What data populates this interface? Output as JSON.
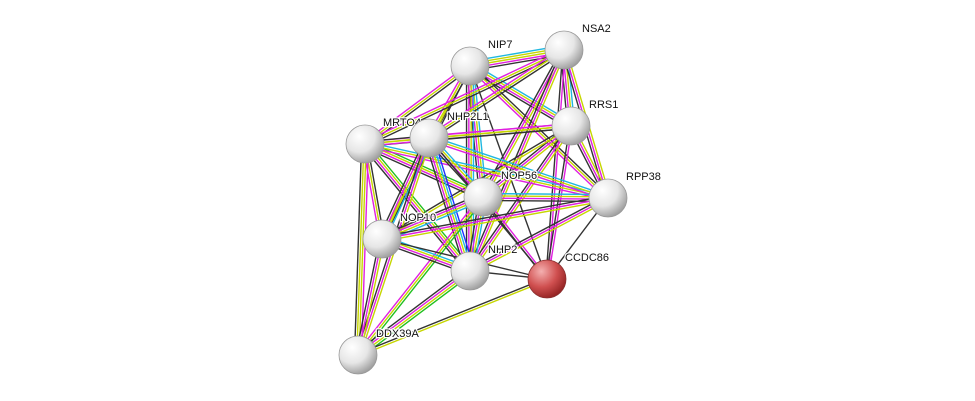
{
  "evidence_colors": {
    "coexpression": "#333333",
    "textmining": "#c6d600",
    "experiments": "#e020e0",
    "databases": "#20b8e0",
    "neighborhood": "#20c020",
    "cooccurrence": "#2030ff"
  },
  "query_node_color": "#d04040",
  "node_color": "#e8e8e8",
  "nodes": [
    {
      "id": "NIP7",
      "label": "NIP7",
      "query": false
    },
    {
      "id": "NSA2",
      "label": "NSA2",
      "query": false
    },
    {
      "id": "RRS1",
      "label": "RRS1",
      "query": false
    },
    {
      "id": "MRTO4",
      "label": "MRTO4",
      "query": false
    },
    {
      "id": "NHP2L1",
      "label": "NHP2L1",
      "query": false
    },
    {
      "id": "NOP56",
      "label": "NOP56",
      "query": false
    },
    {
      "id": "RPP38",
      "label": "RPP38",
      "query": false
    },
    {
      "id": "NOP10",
      "label": "NOP10",
      "query": false
    },
    {
      "id": "NHP2",
      "label": "NHP2",
      "query": false
    },
    {
      "id": "CCDC86",
      "label": "CCDC86",
      "query": true
    },
    {
      "id": "DDX39A",
      "label": "DDX39A",
      "query": false
    }
  ],
  "edges": [
    [
      "NIP7",
      "NSA2",
      [
        "databases",
        "textmining",
        "textmining",
        "experiments",
        "coexpression"
      ]
    ],
    [
      "NIP7",
      "RRS1",
      [
        "databases",
        "textmining",
        "experiments",
        "coexpression"
      ]
    ],
    [
      "NIP7",
      "MRTO4",
      [
        "coexpression",
        "textmining",
        "experiments"
      ]
    ],
    [
      "NIP7",
      "NHP2L1",
      [
        "coexpression",
        "textmining",
        "experiments"
      ]
    ],
    [
      "NIP7",
      "NOP56",
      [
        "databases",
        "textmining",
        "experiments",
        "coexpression"
      ]
    ],
    [
      "NIP7",
      "RPP38",
      [
        "coexpression",
        "textmining",
        "experiments"
      ]
    ],
    [
      "NIP7",
      "NOP10",
      [
        "coexpression",
        "textmining"
      ]
    ],
    [
      "NIP7",
      "NHP2",
      [
        "databases",
        "textmining",
        "experiments",
        "coexpression"
      ]
    ],
    [
      "NIP7",
      "CCDC86",
      [
        "coexpression"
      ]
    ],
    [
      "NSA2",
      "RRS1",
      [
        "databases",
        "textmining",
        "experiments",
        "coexpression"
      ]
    ],
    [
      "NSA2",
      "MRTO4",
      [
        "coexpression",
        "textmining",
        "experiments"
      ]
    ],
    [
      "NSA2",
      "NHP2L1",
      [
        "coexpression",
        "textmining",
        "experiments"
      ]
    ],
    [
      "NSA2",
      "NOP56",
      [
        "textmining",
        "experiments",
        "coexpression"
      ]
    ],
    [
      "NSA2",
      "RPP38",
      [
        "textmining",
        "experiments",
        "coexpression"
      ]
    ],
    [
      "NSA2",
      "NHP2",
      [
        "textmining",
        "experiments",
        "coexpression"
      ]
    ],
    [
      "NSA2",
      "CCDC86",
      [
        "experiments",
        "coexpression"
      ]
    ],
    [
      "RRS1",
      "MRTO4",
      [
        "coexpression",
        "textmining",
        "experiments"
      ]
    ],
    [
      "RRS1",
      "NHP2L1",
      [
        "coexpression",
        "textmining",
        "experiments"
      ]
    ],
    [
      "RRS1",
      "NOP56",
      [
        "textmining",
        "experiments",
        "coexpression"
      ]
    ],
    [
      "RRS1",
      "RPP38",
      [
        "textmining",
        "experiments",
        "coexpression"
      ]
    ],
    [
      "RRS1",
      "NOP10",
      [
        "textmining",
        "coexpression"
      ]
    ],
    [
      "RRS1",
      "NHP2",
      [
        "textmining",
        "experiments",
        "coexpression"
      ]
    ],
    [
      "RRS1",
      "CCDC86",
      [
        "experiments",
        "coexpression"
      ]
    ],
    [
      "MRTO4",
      "NHP2L1",
      [
        "coexpression",
        "textmining",
        "experiments"
      ]
    ],
    [
      "MRTO4",
      "NOP56",
      [
        "neighborhood",
        "textmining",
        "experiments",
        "coexpression"
      ]
    ],
    [
      "MRTO4",
      "RPP38",
      [
        "databases",
        "textmining",
        "experiments"
      ]
    ],
    [
      "MRTO4",
      "NOP10",
      [
        "coexpression",
        "textmining",
        "experiments"
      ]
    ],
    [
      "MRTO4",
      "NHP2",
      [
        "neighborhood",
        "textmining",
        "experiments",
        "coexpression"
      ]
    ],
    [
      "MRTO4",
      "DDX39A",
      [
        "experiments",
        "textmining",
        "textmining",
        "coexpression"
      ]
    ],
    [
      "NHP2L1",
      "NOP56",
      [
        "databases",
        "textmining",
        "experiments",
        "coexpression"
      ]
    ],
    [
      "NHP2L1",
      "RPP38",
      [
        "databases",
        "textmining",
        "experiments"
      ]
    ],
    [
      "NHP2L1",
      "NOP10",
      [
        "databases",
        "textmining",
        "experiments",
        "coexpression"
      ]
    ],
    [
      "NHP2L1",
      "NHP2",
      [
        "cooccurrence",
        "databases",
        "textmining",
        "experiments",
        "coexpression"
      ]
    ],
    [
      "NHP2L1",
      "CCDC86",
      [
        "coexpression"
      ]
    ],
    [
      "NHP2L1",
      "DDX39A",
      [
        "textmining",
        "experiments",
        "coexpression"
      ]
    ],
    [
      "NOP56",
      "RPP38",
      [
        "databases",
        "textmining",
        "experiments",
        "coexpression"
      ]
    ],
    [
      "NOP56",
      "NOP10",
      [
        "databases",
        "textmining",
        "experiments",
        "coexpression"
      ]
    ],
    [
      "NOP56",
      "NHP2",
      [
        "databases",
        "textmining",
        "experiments",
        "coexpression"
      ]
    ],
    [
      "NOP56",
      "CCDC86",
      [
        "experiments",
        "coexpression"
      ]
    ],
    [
      "NOP56",
      "DDX39A",
      [
        "neighborhood",
        "textmining",
        "experiments"
      ]
    ],
    [
      "RPP38",
      "NOP10",
      [
        "textmining",
        "experiments",
        "coexpression"
      ]
    ],
    [
      "RPP38",
      "NHP2",
      [
        "textmining",
        "experiments",
        "coexpression"
      ]
    ],
    [
      "RPP38",
      "CCDC86",
      [
        "coexpression"
      ]
    ],
    [
      "NOP10",
      "NHP2",
      [
        "databases",
        "textmining",
        "experiments",
        "coexpression"
      ]
    ],
    [
      "NOP10",
      "CCDC86",
      [
        "coexpression"
      ]
    ],
    [
      "NOP10",
      "DDX39A",
      [
        "textmining",
        "experiments",
        "coexpression"
      ]
    ],
    [
      "NHP2",
      "CCDC86",
      [
        "coexpression"
      ]
    ],
    [
      "NHP2",
      "DDX39A",
      [
        "neighborhood",
        "textmining",
        "experiments",
        "coexpression"
      ]
    ],
    [
      "CCDC86",
      "DDX39A",
      [
        "textmining",
        "coexpression"
      ]
    ]
  ]
}
